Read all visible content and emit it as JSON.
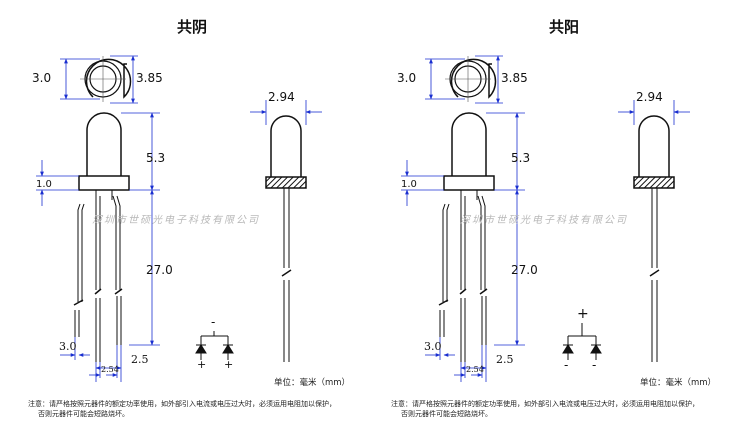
{
  "left_panel": {
    "title": "共阴",
    "dims": {
      "lens_dia": "3.0",
      "flange_dia": "3.85",
      "flange_width": "2.94",
      "body_height": "5.3",
      "flange_height": "1.0",
      "lead_length": "27.0",
      "lead_short": "3.0",
      "lead_pitch": "2.54",
      "lead_span": "2.5"
    },
    "polarity": {
      "common": "-",
      "left": "+",
      "right": "+"
    },
    "watermark": "深圳市世硕光电子科技有限公司",
    "unit_label": "单位：毫米（mm）",
    "note_line1": "注意：请严格按照元器件的额定功率使用，如外部引入电流或电压过大时，必须运用电阻加以保护，",
    "note_line2": "否则元器件可能会短路烧坏。"
  },
  "right_panel": {
    "title": "共阳",
    "dims": {
      "lens_dia": "3.0",
      "flange_dia": "3.85",
      "flange_width": "2.94",
      "body_height": "5.3",
      "flange_height": "1.0",
      "lead_length": "27.0",
      "lead_short": "3.0",
      "lead_pitch": "2.54",
      "lead_span": "2.5"
    },
    "polarity": {
      "common": "+",
      "left": "-",
      "right": "-"
    },
    "watermark": "深圳市世硕光电子科技有限公司",
    "unit_label": "单位：毫米（mm）",
    "note_line1": "注意：请严格按照元器件的额定功率使用，如外部引入电流或电压过大时，必须运用电阻加以保护，",
    "note_line2": "否则元器件可能会短路烧坏。"
  },
  "colors": {
    "dim_line": "#1a2fd0",
    "outline": "#111111",
    "watermark": "#b9b9b9"
  }
}
